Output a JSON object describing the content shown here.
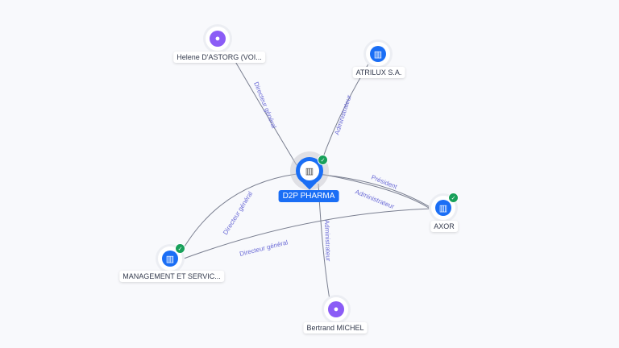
{
  "center": {
    "name": "D2P PHARMA",
    "verified": true
  },
  "nodes": [
    {
      "name": "Helene D'ASTORG (VOI...",
      "type": "person"
    },
    {
      "name": "ATRILUX S.A.",
      "type": "company"
    },
    {
      "name": "AXOR",
      "type": "company",
      "verified": true
    },
    {
      "name": "MANAGEMENT ET SERVIC...",
      "type": "company",
      "verified": true
    },
    {
      "name": "Bertrand MICHEL",
      "type": "person"
    }
  ],
  "edges": [
    {
      "label": "Directeur général"
    },
    {
      "label": "Administrateur"
    },
    {
      "label": "Président"
    },
    {
      "label": "Administrateur"
    },
    {
      "label": "Directeur général"
    },
    {
      "label": "Directeur général"
    },
    {
      "label": "Administrateur"
    }
  ],
  "colors": {
    "company": "#1a6ef5",
    "person": "#8b5cf6",
    "verified": "#18a05a"
  }
}
